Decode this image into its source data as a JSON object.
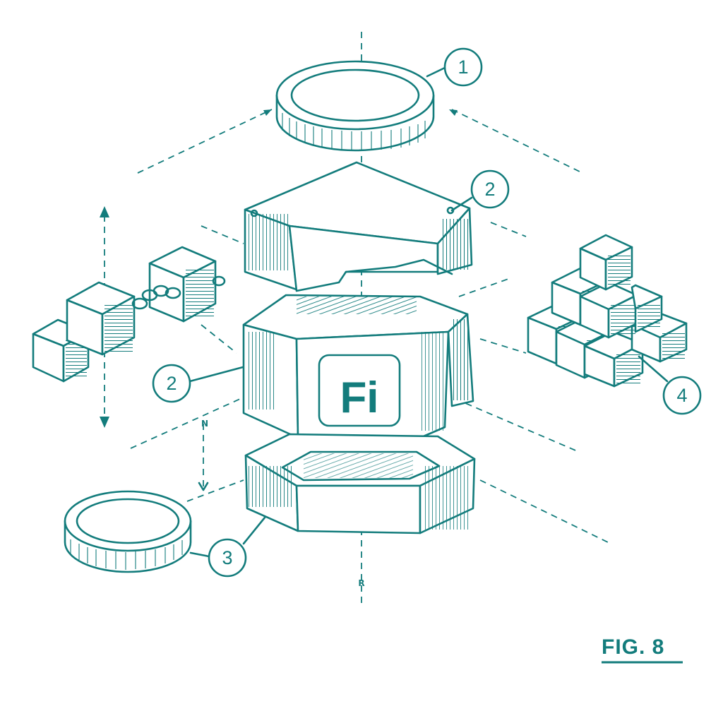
{
  "figure": {
    "label": "FIG. 8",
    "logo_text": "Fi",
    "callouts": [
      {
        "text": "1"
      },
      {
        "text": "2"
      },
      {
        "text": "2"
      },
      {
        "text": "3"
      },
      {
        "text": "4"
      }
    ],
    "axis_markers": {
      "height_marker": "N",
      "radius_marker": "R"
    }
  },
  "colors": {
    "line": "#137c7c",
    "background": "#ffffff"
  }
}
